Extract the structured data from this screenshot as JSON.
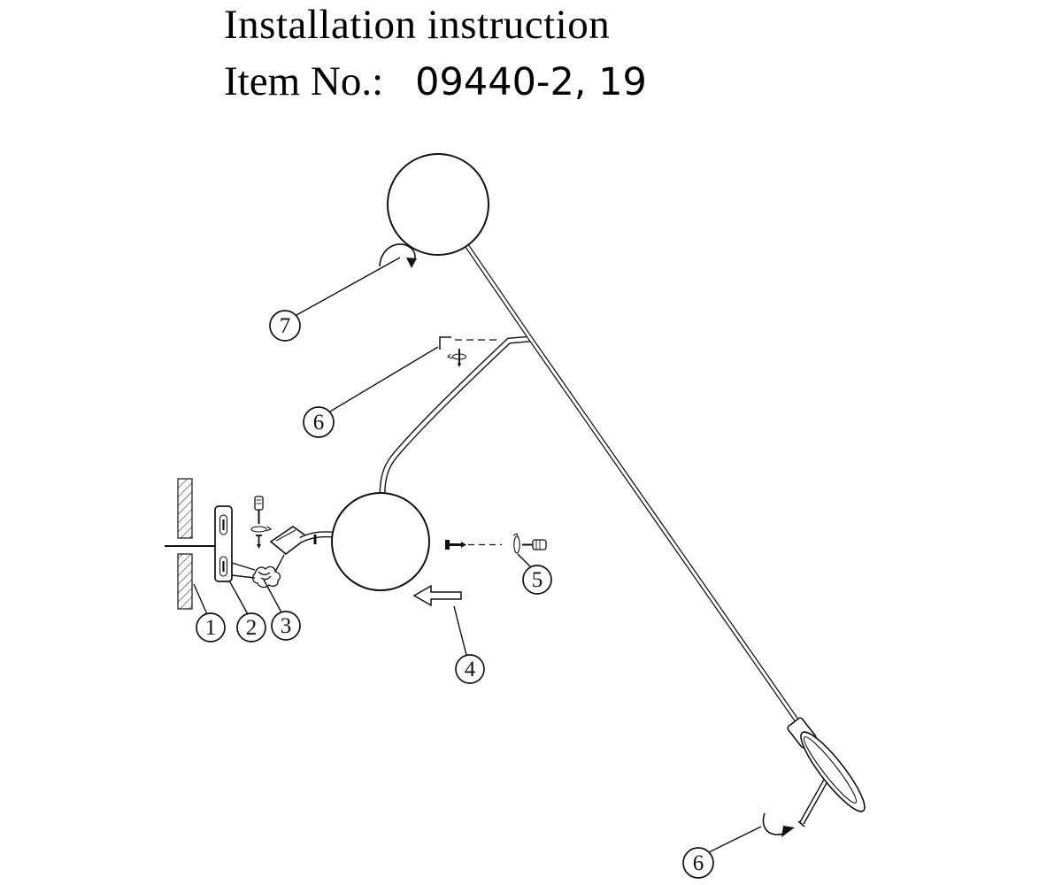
{
  "header": {
    "title": "Installation instruction",
    "item_label": "Item No.:",
    "item_value": "09440-2, 19"
  },
  "callouts": {
    "c1": "1",
    "c2": "2",
    "c3": "3",
    "c4": "4",
    "c5": "5",
    "c6_upper": "6",
    "c7": "7",
    "c6_lower": "6"
  },
  "colors": {
    "line": "#111111",
    "background": "#ffffff"
  }
}
